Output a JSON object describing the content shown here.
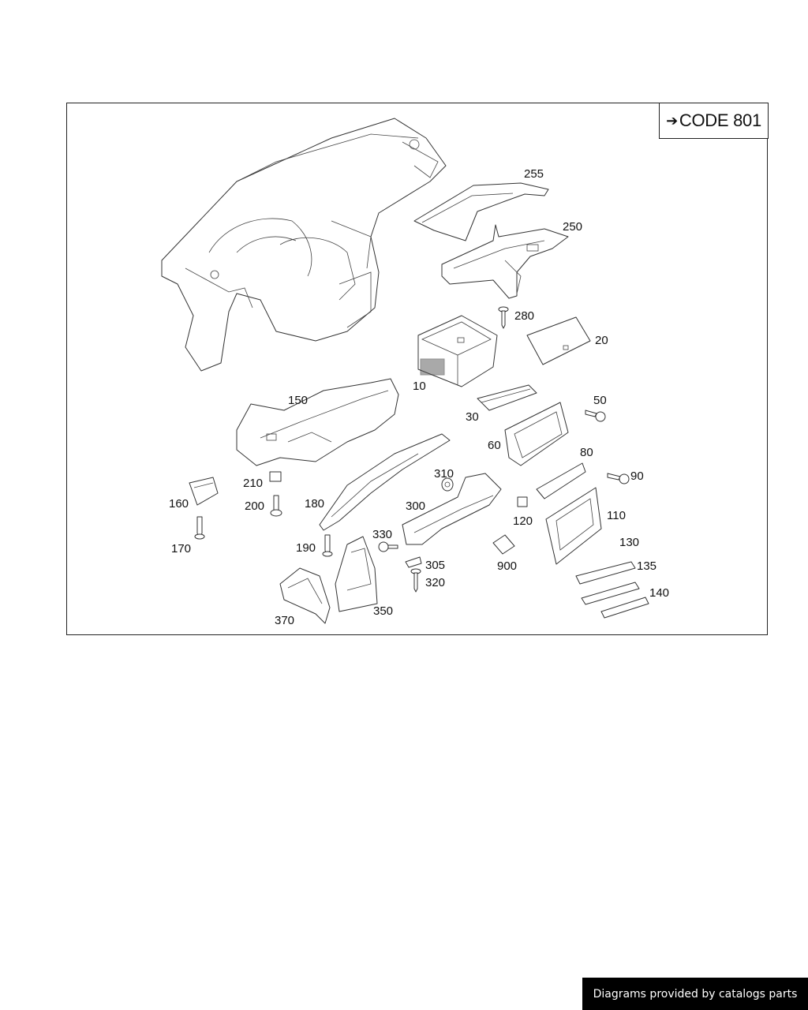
{
  "header": {
    "code_label": "CODE 801"
  },
  "callouts": {
    "c255": "255",
    "c250": "250",
    "c280": "280",
    "c20": "20",
    "c10": "10",
    "c150": "150",
    "c50": "50",
    "c30": "30",
    "c60": "60",
    "c80": "80",
    "c90": "90",
    "c310": "310",
    "c210": "210",
    "c160": "160",
    "c180": "180",
    "c300": "300",
    "c200": "200",
    "c120": "120",
    "c110": "110",
    "c330": "330",
    "c170": "170",
    "c190": "190",
    "c130": "130",
    "c305": "305",
    "c900": "900",
    "c135": "135",
    "c320": "320",
    "c140": "140",
    "c350": "350",
    "c370": "370"
  },
  "footer": {
    "credit": "Diagrams provided by catalogs parts"
  },
  "icons": {
    "code_arrow": "right-arrow-icon"
  }
}
